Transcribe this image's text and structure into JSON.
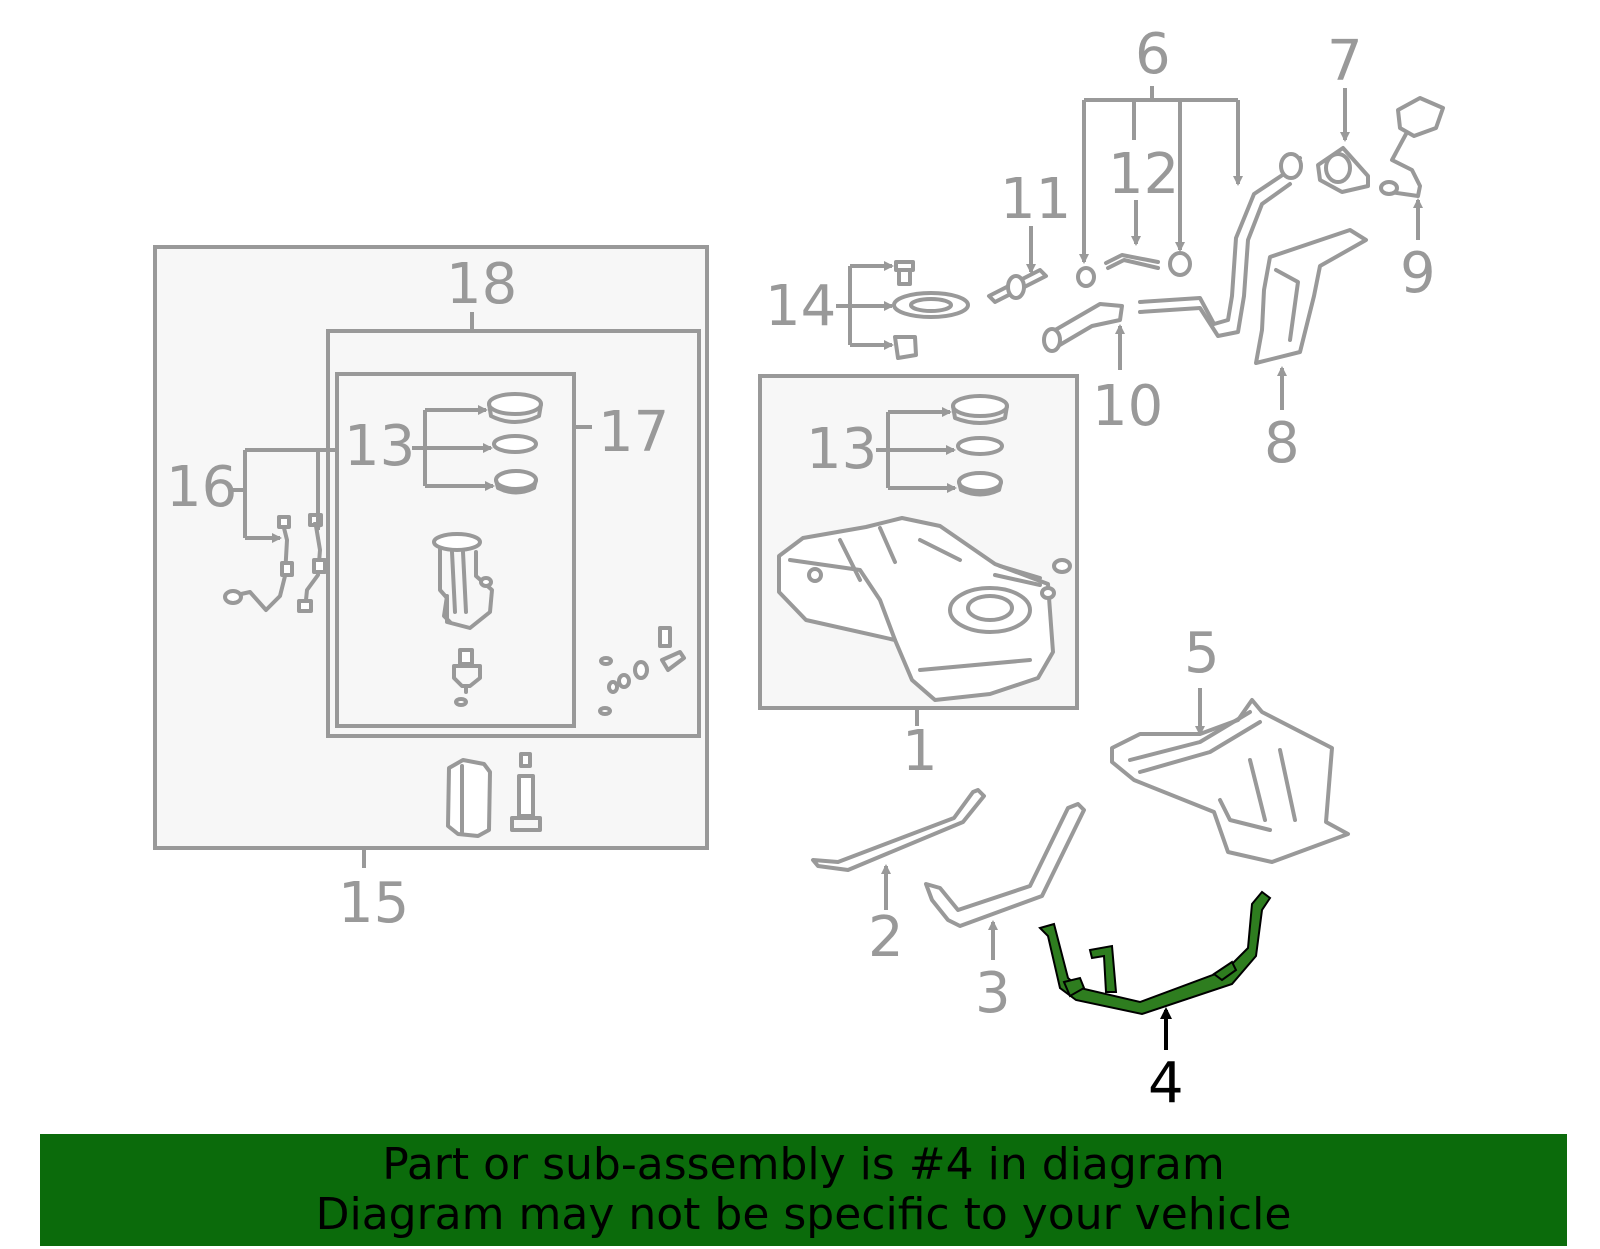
{
  "callouts": {
    "c1": "1",
    "c2": "2",
    "c3": "3",
    "c4": "4",
    "c5": "5",
    "c6": "6",
    "c7": "7",
    "c8": "8",
    "c9": "9",
    "c10": "10",
    "c11": "11",
    "c12": "12",
    "c13a": "13",
    "c13b": "13",
    "c14": "14",
    "c15": "15",
    "c16": "16",
    "c17": "17",
    "c18": "18"
  },
  "highlight": {
    "part_number": "4",
    "color": "#2e7d1f"
  },
  "banner": {
    "line1": "Part or sub-assembly is #4 in diagram",
    "line2": "Diagram may not be specific to your vehicle",
    "background": "#0b6b0b"
  }
}
